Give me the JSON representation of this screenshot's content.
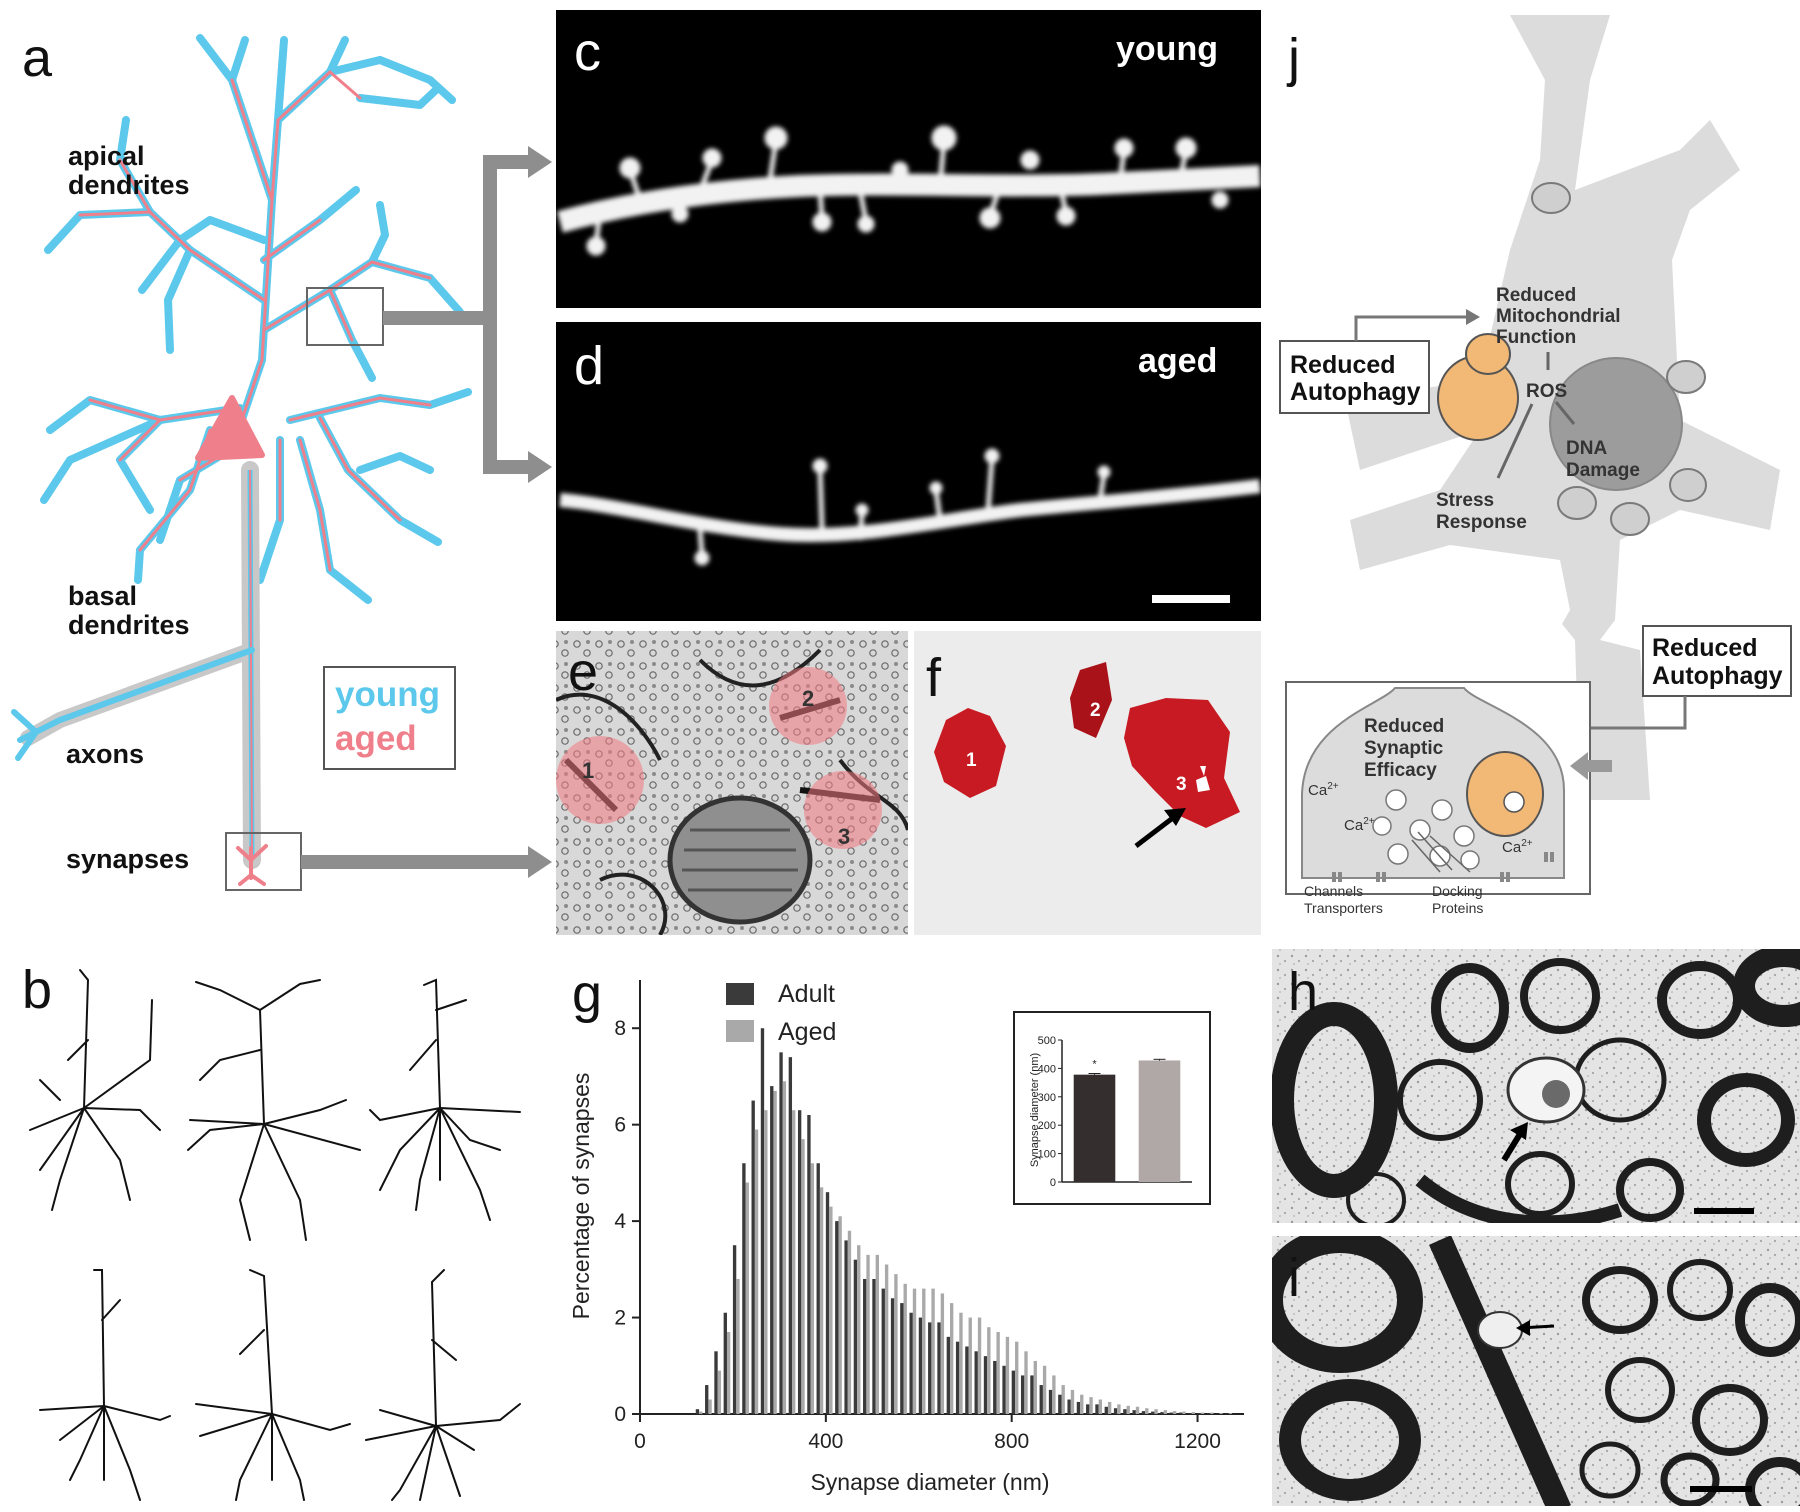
{
  "panels": {
    "a": {
      "label": "a",
      "apical": [
        "apical",
        "dendrites"
      ],
      "basal": [
        "basal",
        "dendrites"
      ],
      "axons": "axons",
      "synapses": "synapses",
      "legend_young": "young",
      "legend_aged": "aged",
      "young_color": "#5bc8ec",
      "aged_color": "#ef7f8a"
    },
    "b": {
      "label": "b"
    },
    "c": {
      "label": "c",
      "title": "young"
    },
    "d": {
      "label": "d",
      "title": "aged"
    },
    "e": {
      "label": "e",
      "numbers": [
        "1",
        "2",
        "3"
      ]
    },
    "f": {
      "label": "f",
      "numbers": [
        "1",
        "2",
        "3"
      ]
    },
    "g": {
      "label": "g"
    },
    "h": {
      "label": "h"
    },
    "i": {
      "label": "i"
    },
    "j": {
      "label": "j",
      "mito": [
        "Reduced",
        "Mitochondrial",
        "Function"
      ],
      "autophagy_top": [
        "Reduced",
        "Autophagy"
      ],
      "ros": "ROS",
      "dna": [
        "DNA",
        "Damage"
      ],
      "stress": [
        "Stress",
        "Response"
      ],
      "autophagy_bottom": [
        "Reduced",
        "Autophagy"
      ],
      "synaptic": [
        "Reduced",
        "Synaptic",
        "Efficacy"
      ],
      "ca": "Ca",
      "ca_sup": "2+",
      "channels": [
        "Channels",
        "Transporters"
      ],
      "docking": [
        "Docking",
        "Proteins"
      ],
      "orange": "#f2b876"
    }
  },
  "chart_data": {
    "type": "bar",
    "xlabel": "Synapse diameter (nm)",
    "ylabel": "Percentage of synapses",
    "xlim": [
      0,
      1300
    ],
    "ylim": [
      0,
      9
    ],
    "xticks": [
      0,
      400,
      800,
      1200
    ],
    "yticks": [
      0,
      2,
      4,
      6,
      8
    ],
    "bin_width": 20,
    "legend_placement": "top-left",
    "series": [
      {
        "name": "Adult",
        "color": "#3a3a3a",
        "x": [
          120,
          140,
          160,
          180,
          200,
          220,
          240,
          260,
          280,
          300,
          320,
          340,
          360,
          380,
          400,
          420,
          440,
          460,
          480,
          500,
          520,
          540,
          560,
          580,
          600,
          620,
          640,
          660,
          680,
          700,
          720,
          740,
          760,
          780,
          800,
          820,
          840,
          860,
          880,
          900,
          920,
          940,
          960,
          980,
          1000,
          1020,
          1040,
          1060,
          1080,
          1100,
          1120,
          1140,
          1160,
          1180,
          1200,
          1220,
          1240,
          1260
        ],
        "values": [
          0.1,
          0.6,
          1.3,
          2.1,
          3.5,
          5.2,
          6.5,
          8.0,
          6.8,
          7.5,
          7.4,
          6.3,
          6.2,
          5.2,
          4.6,
          4.0,
          3.6,
          3.2,
          2.8,
          2.8,
          2.6,
          2.4,
          2.3,
          2.1,
          2.0,
          1.9,
          1.9,
          1.6,
          1.5,
          1.4,
          1.3,
          1.2,
          1.1,
          1.0,
          0.9,
          0.8,
          0.8,
          0.6,
          0.5,
          0.4,
          0.3,
          0.25,
          0.2,
          0.2,
          0.15,
          0.12,
          0.1,
          0.08,
          0.06,
          0.05,
          0.04,
          0.03,
          0.03,
          0.02,
          0.02,
          0.02,
          0.01,
          0.01
        ]
      },
      {
        "name": "Aged",
        "color": "#a9a9a9",
        "x": [
          120,
          140,
          160,
          180,
          200,
          220,
          240,
          260,
          280,
          300,
          320,
          340,
          360,
          380,
          400,
          420,
          440,
          460,
          480,
          500,
          520,
          540,
          560,
          580,
          600,
          620,
          640,
          660,
          680,
          700,
          720,
          740,
          760,
          780,
          800,
          820,
          840,
          860,
          880,
          900,
          920,
          940,
          960,
          980,
          1000,
          1020,
          1040,
          1060,
          1080,
          1100,
          1120,
          1140,
          1160,
          1180,
          1200,
          1220,
          1240,
          1260
        ],
        "values": [
          0.05,
          0.3,
          0.9,
          1.7,
          2.8,
          4.8,
          5.9,
          6.3,
          6.7,
          6.9,
          6.3,
          5.7,
          5.2,
          4.7,
          4.3,
          4.1,
          3.8,
          3.5,
          3.3,
          3.3,
          3.1,
          2.9,
          2.7,
          2.6,
          2.6,
          2.6,
          2.5,
          2.3,
          2.1,
          2.0,
          2.0,
          1.8,
          1.7,
          1.6,
          1.5,
          1.3,
          1.1,
          1.0,
          0.8,
          0.6,
          0.5,
          0.4,
          0.35,
          0.3,
          0.25,
          0.2,
          0.17,
          0.15,
          0.12,
          0.1,
          0.08,
          0.06,
          0.05,
          0.04,
          0.03,
          0.03,
          0.02,
          0.02
        ]
      }
    ],
    "inset": {
      "type": "bar",
      "ylabel": "Synapse diameter (nm)",
      "ylim": [
        0,
        500
      ],
      "yticks": [
        0,
        100,
        200,
        300,
        400,
        500
      ],
      "categories": [
        "Adult",
        "Aged"
      ],
      "values": [
        378,
        428
      ],
      "errors": [
        4,
        4
      ],
      "colors": [
        "#342e2e",
        "#b0a8a6"
      ],
      "annotation": "*"
    }
  }
}
